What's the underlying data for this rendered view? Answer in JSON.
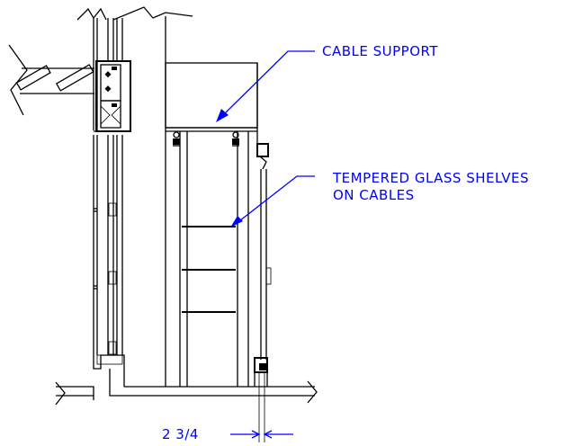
{
  "annotations": {
    "cable_support": "CABLE SUPPORT",
    "shelves_line1": "TEMPERED GLASS SHELVES",
    "shelves_line2": "ON CABLES",
    "dimension": "2 3/4"
  },
  "colors": {
    "linework": "#000000",
    "annotation": "#0000ff",
    "background": "#ffffff"
  }
}
